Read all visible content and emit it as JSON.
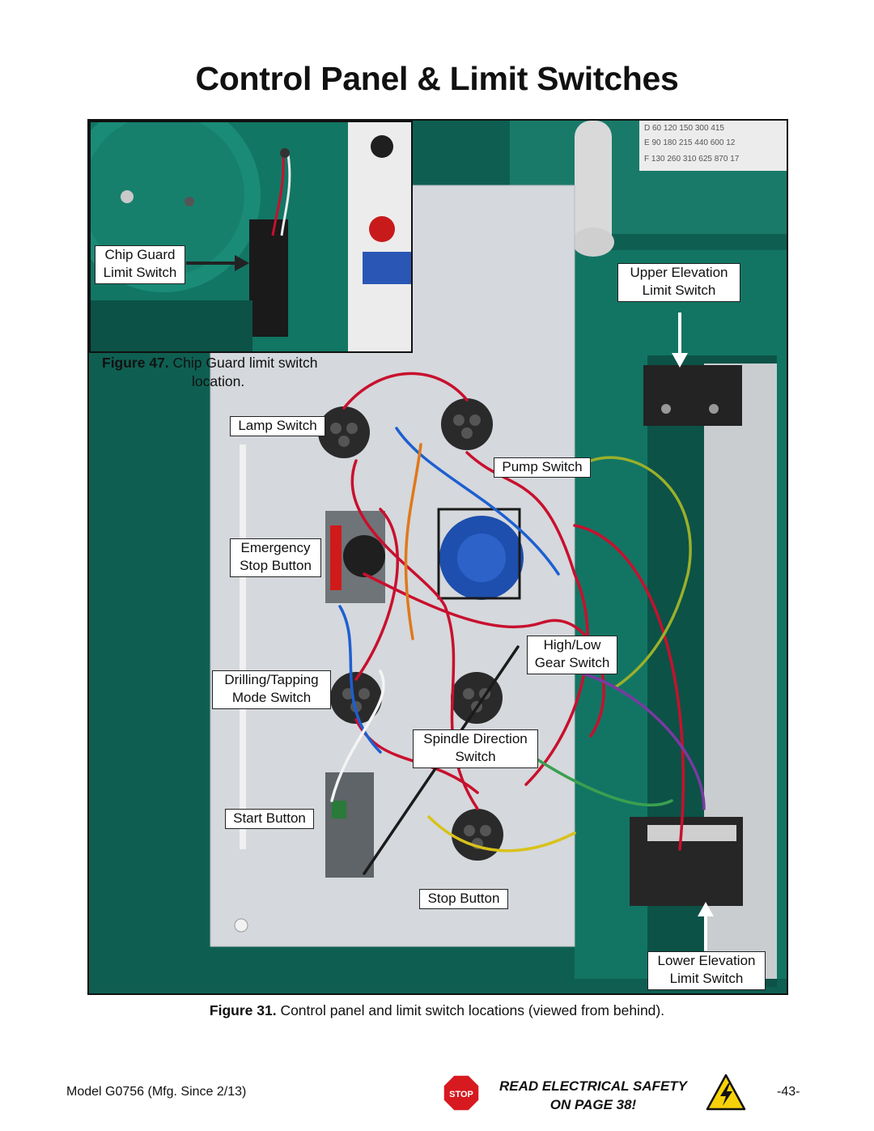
{
  "page": {
    "title": "Control Panel & Limit Switches"
  },
  "figure47": {
    "label_chip_guard": "Chip Guard\nLimit Switch",
    "caption_number": "Figure 47.",
    "caption_line1": "Chip Guard limit switch",
    "caption_line2": "location."
  },
  "figure31": {
    "callouts": {
      "upper_elevation": "Upper Elevation\nLimit Switch",
      "lamp_switch": "Lamp Switch",
      "pump_switch": "Pump Switch",
      "emergency_stop": "Emergency\nStop Button",
      "high_low_gear": "High/Low\nGear Switch",
      "drilling_tapping": "Drilling/Tapping\nMode Switch",
      "spindle_direction": "Spindle Direction\nSwitch",
      "start_button": "Start Button",
      "stop_button": "Stop Button",
      "lower_elevation": "Lower Elevation\nLimit Switch"
    },
    "caption_number": "Figure 31.",
    "caption_text": "Control panel and limit switch locations (viewed from behind)."
  },
  "footer": {
    "model": "Model G0756 (Mfg. Since 2/13)",
    "stop_sign_text": "STOP",
    "warning_line1": "READ ELECTRICAL SAFETY",
    "warning_line2": "ON PAGE 38!",
    "page_number": "-43-"
  },
  "colors": {
    "machine_green": "#0f6b5c",
    "panel_gray": "#d9dcdf",
    "wire_red": "#c8102e",
    "stop_red": "#d71920",
    "warning_yellow": "#f6d10a"
  }
}
